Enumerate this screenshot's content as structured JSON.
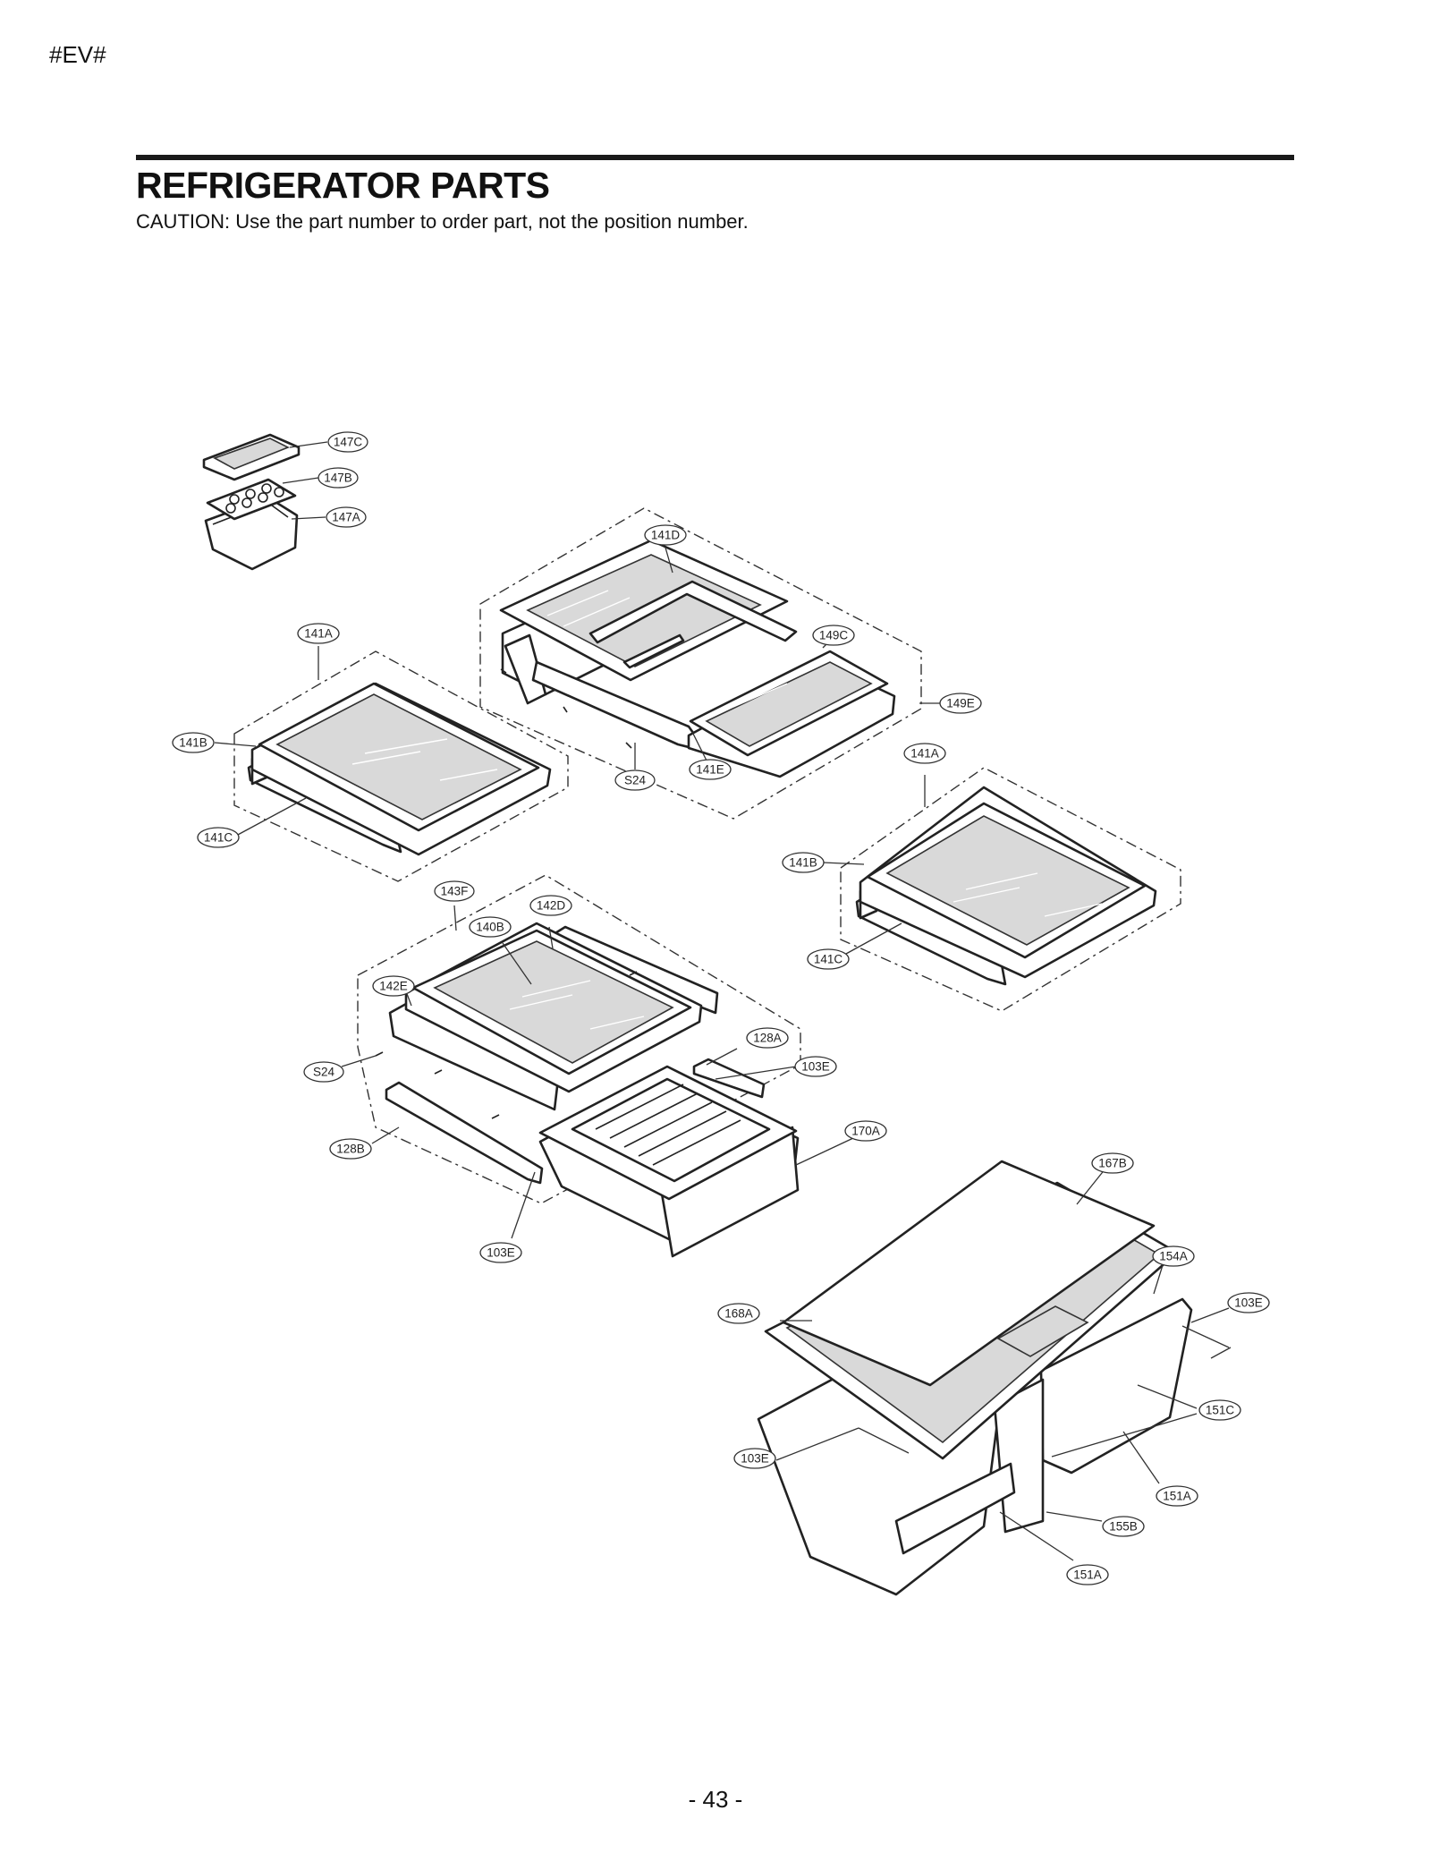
{
  "header": {
    "code": "#EV#",
    "title": "REFRIGERATOR PARTS",
    "caution": "CAUTION: Use the part number to order part, not the position number."
  },
  "labels": {
    "p147C": "147C",
    "p147B": "147B",
    "p147A": "147A",
    "p141D": "141D",
    "p149C": "149C",
    "p149E": "149E",
    "p141E": "141E",
    "pS24a": "S24",
    "p141Aa": "141A",
    "p141Ba": "141B",
    "p141Ca": "141C",
    "p141Ab": "141A",
    "p141Bb": "141B",
    "p141Cb": "141C",
    "p143F": "143F",
    "p142D": "142D",
    "p140B": "140B",
    "p142E": "142E",
    "pS24b": "S24",
    "p128A": "128A",
    "p103Ea": "103E",
    "p128B": "128B",
    "p103Eb": "103E",
    "p170A": "170A",
    "p167B": "167B",
    "p154A": "154A",
    "p103Ec": "103E",
    "p168A": "168A",
    "p151C": "151C",
    "p103Ed": "103E",
    "p151Aa": "151A",
    "p155B": "155B",
    "p151Ab": "151A"
  },
  "footer": {
    "page": "- 43 -"
  }
}
